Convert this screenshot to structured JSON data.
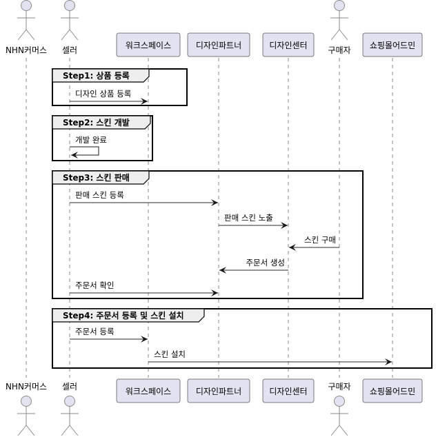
{
  "colors": {
    "participant_fill": "#e2e2f0",
    "participant_stroke": "#181818",
    "lifeline": "#888888",
    "arrow": "#181818",
    "frame_header_fill": "#eeeeee",
    "frame_stroke": "#000000"
  },
  "participants": [
    {
      "id": "nhn",
      "label": "NHN커머스",
      "type": "actor"
    },
    {
      "id": "seller",
      "label": "셀러",
      "type": "actor"
    },
    {
      "id": "workspace",
      "label": "워크스페이스",
      "type": "participant"
    },
    {
      "id": "partner",
      "label": "디자인파트너",
      "type": "participant"
    },
    {
      "id": "center",
      "label": "디자인센터",
      "type": "participant"
    },
    {
      "id": "buyer",
      "label": "구매자",
      "type": "actor"
    },
    {
      "id": "admin",
      "label": "쇼핑몰어드민",
      "type": "participant"
    }
  ],
  "groups": [
    {
      "title": "Step1: 상품 등록",
      "messages": [
        {
          "from": "seller",
          "to": "workspace",
          "label": "디자인 상품 등록"
        }
      ]
    },
    {
      "title": "Step2: 스킨 개발",
      "messages": [
        {
          "from": "seller",
          "to": "seller",
          "label": "개발 완료"
        }
      ]
    },
    {
      "title": "Step3: 스킨 판매",
      "messages": [
        {
          "from": "seller",
          "to": "partner",
          "label": "판매 스킨 등록"
        },
        {
          "from": "partner",
          "to": "center",
          "label": "판매 스킨 노출"
        },
        {
          "from": "buyer",
          "to": "center",
          "label": "스킨 구매"
        },
        {
          "from": "center",
          "to": "partner",
          "label": "주문서 생성"
        },
        {
          "from": "seller",
          "to": "partner",
          "label": "주문서 확인"
        }
      ]
    },
    {
      "title": "Step4: 주문서 등록 및 스킨 설치",
      "messages": [
        {
          "from": "seller",
          "to": "workspace",
          "label": "주문서 등록"
        },
        {
          "from": "workspace",
          "to": "admin",
          "label": "스킨 설치"
        }
      ]
    }
  ]
}
